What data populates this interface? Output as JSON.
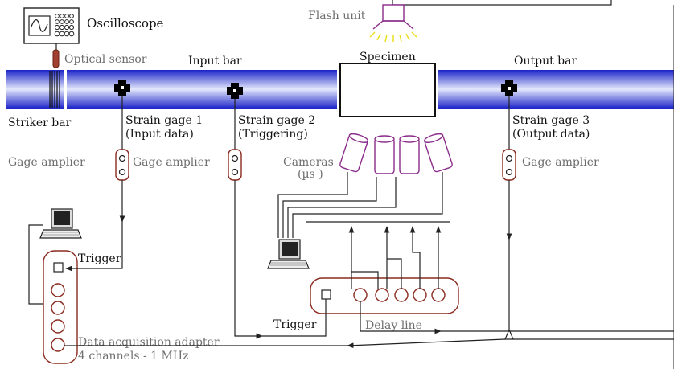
{
  "labels": {
    "oscilloscope": "Oscilloscope",
    "flash_unit": "Flash unit",
    "optical_sensor": "Optical sensor",
    "input_bar": "Input bar",
    "specimen": "Specimen",
    "output_bar": "Output bar",
    "striker_bar": "Striker bar",
    "strain_gage_1": "Strain gage 1",
    "strain_gage_1_sub": "(Input data)",
    "strain_gage_2": "Strain gage 2",
    "strain_gage_2_sub": "(Triggering)",
    "strain_gage_3": "Strain gage 3",
    "strain_gage_3_sub": "(Output data)",
    "gage_amplifier_left": "Gage amplier",
    "gage_amplifier_1": "Gage amplier",
    "gage_amplifier_3": "Gage amplier",
    "cameras": "Cameras",
    "cameras_unit": "(µs )",
    "trigger_top": "Trigger",
    "trigger_bottom": "Trigger",
    "delay_line": "Delay line",
    "daq_adapter": "Data acquisition adapter",
    "daq_channels": "4 channels - 1 MHz"
  },
  "colors": {
    "bar_dark": "#1c24c8",
    "bar_light": "#e4e8fb",
    "outline_red": "#8a2a1e",
    "outline_purple": "#8a2a8a",
    "flash_yellow": "#e8e020",
    "label_gray": "#6e6e6e"
  }
}
